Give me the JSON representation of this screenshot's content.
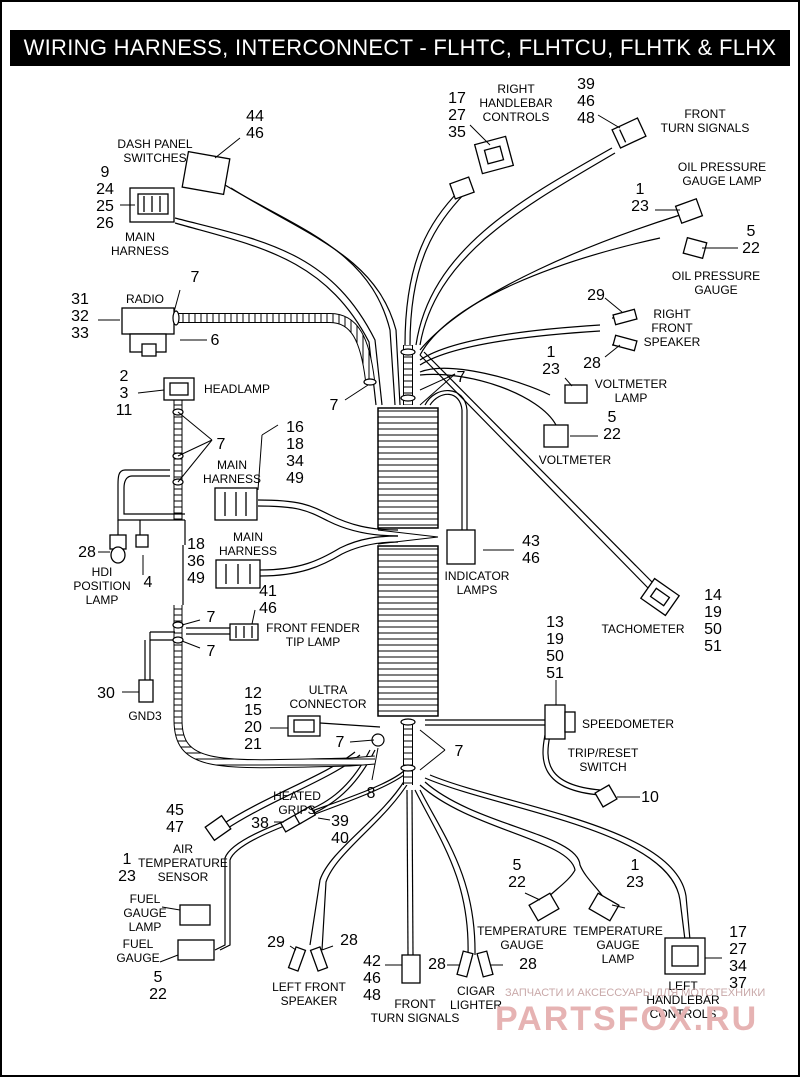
{
  "title": "WIRING HARNESS, INTERCONNECT - FLHTC, FLHTCU, FLHTK & FLHX",
  "watermark": {
    "line1": "ЗАПЧАСТИ И АКСЕССУАРЫ ДЛЯ МОТОТЕХНИКИ",
    "line2": "PARTSFOX.RU"
  },
  "callouts": {
    "dash_nums": [
      "44",
      "46"
    ],
    "dash_label": [
      "DASH PANEL",
      "SWITCHES"
    ],
    "main_top_nums": [
      "9",
      "24",
      "25",
      "26"
    ],
    "main_top_label": [
      "MAIN",
      "HARNESS"
    ],
    "right_hb_nums": [
      "17",
      "27",
      "35"
    ],
    "right_hb_label": [
      "RIGHT",
      "HANDLEBAR",
      "CONTROLS"
    ],
    "front_ts_nums": [
      "39",
      "46",
      "48"
    ],
    "front_ts_label": [
      "FRONT",
      "TURN SIGNALS"
    ],
    "oil_lamp_label": [
      "OIL PRESSURE",
      "GAUGE LAMP"
    ],
    "oil_lamp_nums": [
      "1",
      "23"
    ],
    "oil_gauge_nums": [
      "5",
      "22"
    ],
    "oil_gauge_label": [
      "OIL PRESSURE",
      "GAUGE"
    ],
    "radio_label": "RADIO",
    "radio_nums": [
      "31",
      "32",
      "33"
    ],
    "radio_7": "7",
    "radio_6": "6",
    "rfs_num_a": "29",
    "rfs_num_b": "28",
    "rfs_label": [
      "RIGHT",
      "FRONT",
      "SPEAKER"
    ],
    "headlamp_nums": [
      "2",
      "3",
      "11"
    ],
    "headlamp_label": "HEADLAMP",
    "seven_left": "7",
    "seven_top": "7",
    "seven_hl": "7",
    "volt_lamp_nums": [
      "1",
      "23"
    ],
    "volt_lamp_label": [
      "VOLTMETER",
      "LAMP"
    ],
    "volt_nums": [
      "5",
      "22"
    ],
    "volt_label": "VOLTMETER",
    "main_mid1_nums": [
      "16",
      "18",
      "34",
      "49"
    ],
    "main_mid1_label": [
      "MAIN",
      "HARNESS"
    ],
    "main_mid2_label": [
      "MAIN",
      "HARNESS"
    ],
    "main_mid2_nums": [
      "18",
      "36",
      "49"
    ],
    "hdi_num_a": "28",
    "hdi_num_b": "4",
    "hdi_label": [
      "HDI",
      "POSITION",
      "LAMP"
    ],
    "ind_nums": [
      "43",
      "46"
    ],
    "ind_label": [
      "INDICATOR",
      "LAMPS"
    ],
    "tach_nums": [
      "14",
      "19",
      "50",
      "51"
    ],
    "tach_label": "TACHOMETER",
    "fender_nums": [
      "41",
      "46"
    ],
    "fender_label": [
      "FRONT FENDER",
      "TIP LAMP"
    ],
    "fender_7a": "7",
    "fender_7b": "7",
    "gnd_num": "30",
    "gnd_label": "GND3",
    "speedo_nums": [
      "13",
      "19",
      "50",
      "51"
    ],
    "speedo_label": "SPEEDOMETER",
    "ultra_nums": [
      "12",
      "15",
      "20",
      "21"
    ],
    "ultra_label": [
      "ULTRA",
      "CONNECTOR"
    ],
    "ultra_7": "7",
    "ultra_8": "8",
    "lower_7": "7",
    "trip_label": [
      "TRIP/RESET",
      "SWITCH"
    ],
    "trip_num": "10",
    "heated_label": [
      "HEATED",
      "GRIPS"
    ],
    "heated_num_a": "38",
    "heated_nums_b": [
      "39",
      "40"
    ],
    "air_nums": [
      "45",
      "47"
    ],
    "air_label": [
      "AIR",
      "TEMPERATURE",
      "SENSOR"
    ],
    "fuel_lamp_nums": [
      "1",
      "23"
    ],
    "fuel_lamp_label": [
      "FUEL",
      "GAUGE",
      "LAMP"
    ],
    "fuel_gauge_label": [
      "FUEL",
      "GAUGE"
    ],
    "fuel_gauge_nums": [
      "5",
      "22"
    ],
    "temp_gauge_nums": [
      "5",
      "22"
    ],
    "temp_gauge_label": [
      "TEMPERATURE",
      "GAUGE"
    ],
    "temp_lamp_nums": [
      "1",
      "23"
    ],
    "temp_lamp_label": [
      "TEMPERATURE",
      "GAUGE",
      "LAMP"
    ],
    "lfs_num_a": "29",
    "lfs_num_b": "28",
    "lfs_label": [
      "LEFT FRONT",
      "SPEAKER"
    ],
    "fts_nums": [
      "42",
      "46",
      "48"
    ],
    "fts_label": [
      "FRONT",
      "TURN SIGNALS"
    ],
    "cigar_num_a": "28",
    "cigar_num_b": "28",
    "cigar_label": [
      "CIGAR",
      "LIGHTER"
    ],
    "left_hb_nums": [
      "17",
      "27",
      "34",
      "37"
    ],
    "left_hb_label": [
      "LEFT",
      "HANDLEBAR",
      "CONTROLS"
    ]
  }
}
